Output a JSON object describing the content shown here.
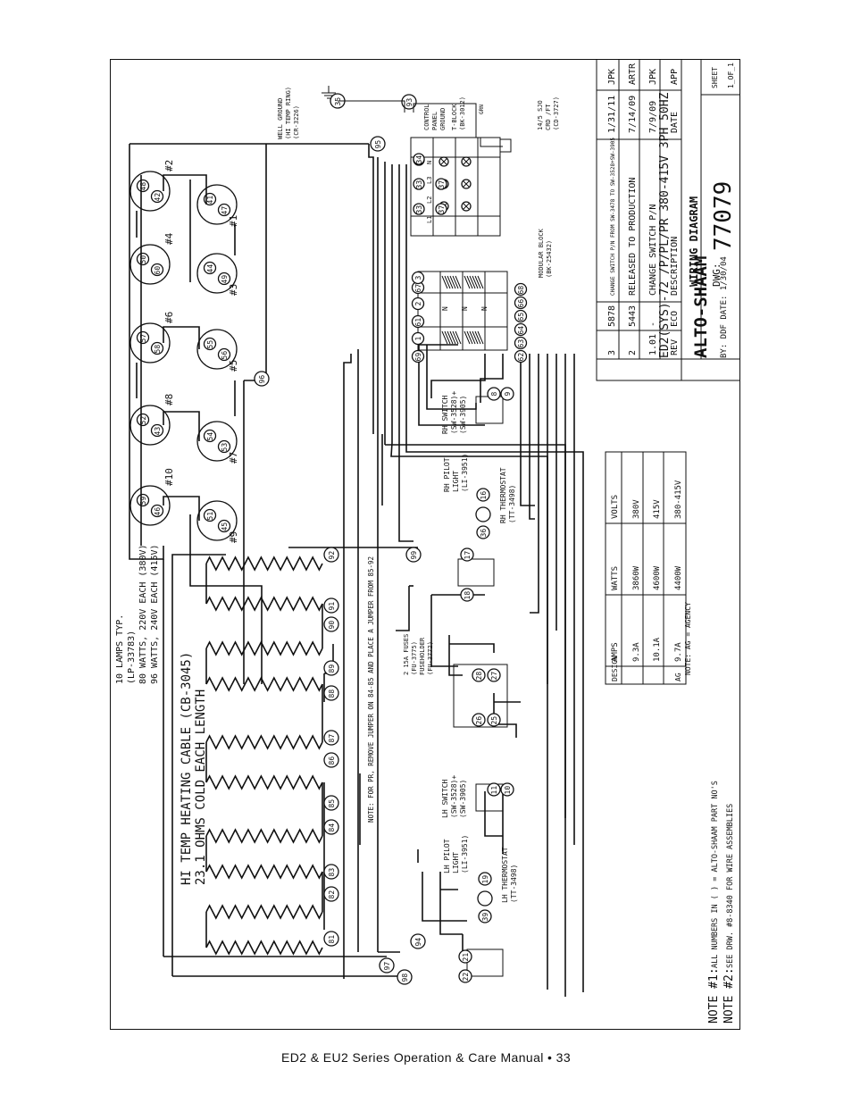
{
  "footer": "ED2 & EU2 Series Operation & Care Manual • 33",
  "colors": {
    "ink": "#111111",
    "paper": "#ffffff"
  },
  "notes": {
    "lamps": [
      "10 LAMPS TYP.",
      "(LP-33783)",
      "80 WATTS, 220V EACH (380V)",
      "96 WATTS, 240V EACH (415V)"
    ],
    "cable": [
      "HI TEMP HEATING CABLE (CB-3045)",
      "23.1 OHMS COLD EACH LENGTH"
    ],
    "pr_note": "NOTE: FOR PR, REMOVE JUMPER ON 84-85 AND PLACE A JUMPER FROM 85-92",
    "well_ground": [
      "WELL GROUND",
      "(HI TEMP RING)",
      "(CR-3226)"
    ],
    "control_panel": [
      "CONTROL",
      "PANEL",
      "GROUND",
      "T-BLOCK",
      "(BK-3012)"
    ],
    "supply": [
      "14/5 SJO",
      "CRD /FT",
      "(CD-3727)"
    ],
    "modular_block": [
      "MODULAR BLOCK",
      "(BK-25432)"
    ],
    "rh_switch": [
      "RH SWITCH",
      "(SW-3528)+",
      "(SW-3905)"
    ],
    "rh_pilot": [
      "RH PILOT",
      "LIGHT",
      "(LI-3951)"
    ],
    "rh_thermostat": [
      "RH THERMOSTAT",
      "(TT-3498)"
    ],
    "fuses": [
      "2 15A FUSES",
      "(FU-3775)",
      "FUSEHOLDER",
      "(FU-3772)"
    ],
    "lh_switch": [
      "LH SWITCH",
      "(SW-3528)+",
      "(SW-3905)"
    ],
    "lh_pilot": [
      "LH PILOT",
      "LIGHT",
      "(LI-3951)"
    ],
    "lh_thermostat": [
      "LH THERMOSTAT",
      "(TT-3498)"
    ],
    "note1_label": "NOTE #1:",
    "note1": "ALL NUMBERS IN ( ) = ALTO-SHAAM PART NO'S",
    "note2_label": "NOTE #2:",
    "note2": "SEE DRW. #8-8340 FOR WIRE ASSEMBLIES",
    "agency": "NOTE: AG = AGENCY"
  },
  "lamp_labels": [
    "#2",
    "#1",
    "#4",
    "#3",
    "#6",
    "#5",
    "#8",
    "#7",
    "#10",
    "#9"
  ],
  "terminals": {
    "tblock": [
      "34",
      "33",
      "33",
      "37",
      "33",
      "37"
    ],
    "tblock_labels": [
      "N",
      "L3",
      "L2",
      "L1"
    ],
    "gnd": "GRN",
    "ground_nums": [
      "93",
      "35",
      "95"
    ],
    "modular": [
      "69",
      "1",
      "61",
      "2",
      "67",
      "3",
      "62",
      "63",
      "64",
      "65",
      "66",
      "68"
    ],
    "modular_labels": [
      "N",
      "N",
      "N"
    ],
    "wires": [
      "96",
      "99",
      "97",
      "98",
      "94"
    ],
    "rh_switch_nums": [
      "8",
      "9"
    ],
    "rh_pilot_nums": [
      "36",
      "16"
    ],
    "rh_thermo_nums": [
      "17",
      "18"
    ],
    "fuse_nums": [
      "28",
      "27",
      "26",
      "25"
    ],
    "lh_switch_nums": [
      "11",
      "10"
    ],
    "lh_pilot_nums": [
      "39",
      "19"
    ],
    "lh_thermo_nums": [
      "21",
      "22"
    ],
    "cable_nums": [
      "92",
      "91",
      "90",
      "89",
      "88",
      "87",
      "86",
      "85",
      "84",
      "83",
      "82",
      "81"
    ]
  },
  "design_table": {
    "headers": [
      "VOLTS",
      "WATTS",
      "AMPS"
    ],
    "rows": [
      [
        "380V",
        "3860W",
        "9.3A"
      ],
      [
        "415V",
        "4600W",
        "10.1A"
      ],
      [
        "380-415V",
        "4400W",
        "9.7A"
      ]
    ],
    "row_tags": [
      "DESIGN",
      "",
      "AG"
    ]
  },
  "revisions": {
    "rows": [
      [
        "3",
        "5878",
        "CHANGE SWITCH P/N FROM SW-3478 TO SW-3528+SW-3905",
        "1/31/11",
        "JPK"
      ],
      [
        "2",
        "5443",
        "RELEASED TO PRODUCTION",
        "7/14/09",
        "ARTR"
      ],
      [
        "1.01",
        "-",
        "CHANGE SWITCH P/N",
        "7/9/09",
        "JPK"
      ],
      [
        "REV",
        "ECO",
        "DESCRIPTION",
        "DATE",
        "APP"
      ]
    ]
  },
  "title_block": {
    "brand": "ALTO-SHAAM",
    "model": "ED2(SYS)-72 /P/PL/PR 380-415V 3PH 50HZ",
    "diagram_label": "WIRING DIAGRAM",
    "dwg_label": "DWG:",
    "dwg_number": "77079",
    "sheet_label": "SHEET",
    "sheet_value": "1_OF_1",
    "by_line": "BY: DDF DATE: 1/30/04"
  }
}
